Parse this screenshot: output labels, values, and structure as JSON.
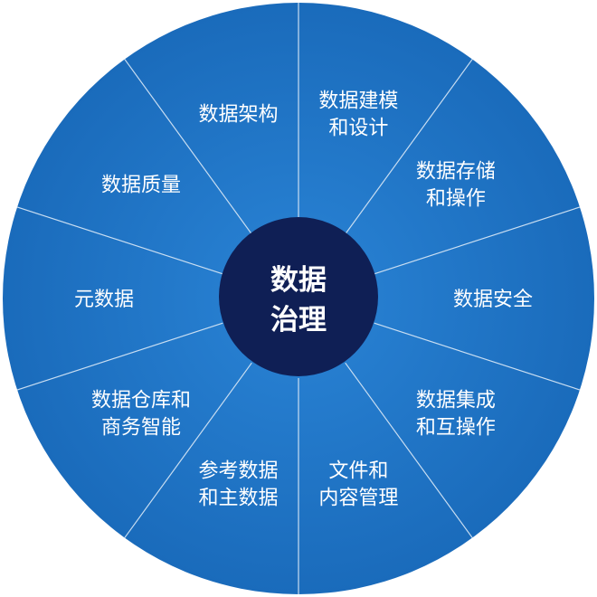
{
  "colors": {
    "ring": "#1d72c2",
    "ring_dark": "#155ea6",
    "center": "#0f1f55",
    "divider": "#c9def2",
    "text": "#ffffff"
  },
  "center": {
    "line1": "数据",
    "line2": "治理"
  },
  "segments": [
    {
      "lines": [
        "数据架构"
      ]
    },
    {
      "lines": [
        "数据建模",
        "和设计"
      ]
    },
    {
      "lines": [
        "数据存储",
        "和操作"
      ]
    },
    {
      "lines": [
        "数据安全"
      ]
    },
    {
      "lines": [
        "数据集成",
        "和互操作"
      ]
    },
    {
      "lines": [
        "文件和",
        "内容管理"
      ]
    },
    {
      "lines": [
        "参考数据",
        "和主数据"
      ]
    },
    {
      "lines": [
        "数据仓库和",
        "商务智能"
      ]
    },
    {
      "lines": [
        "元数据"
      ]
    },
    {
      "lines": [
        "数据质量"
      ]
    }
  ]
}
